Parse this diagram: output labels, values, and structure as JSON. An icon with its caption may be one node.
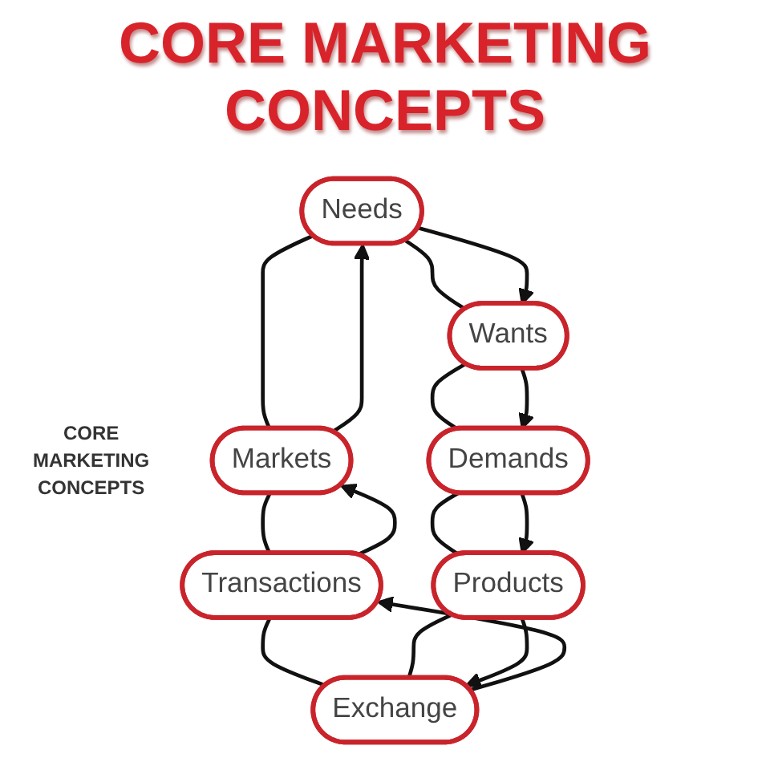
{
  "diagram": {
    "title": "CORE MARKETING CONCEPTS",
    "nodes": [
      {
        "text": [
          "Needs"
        ]
      },
      {
        "text": [
          "Markets"
        ]
      },
      {
        "text": [
          "Wants"
        ]
      },
      {
        "text": [
          "Transactions"
        ]
      },
      {
        "text": [
          "Demands"
        ]
      },
      {
        "text": [
          "Exchange"
        ]
      },
      {
        "text": [
          "Products"
        ]
      }
    ],
    "edges": [
      {
        "from": 0,
        "to": 1,
        "arrow": "none"
      },
      {
        "from": 0,
        "to": 2,
        "arrow": "none"
      },
      {
        "from": 1,
        "to": 3,
        "arrow": "none"
      },
      {
        "from": 2,
        "to": 4,
        "arrow": "none"
      },
      {
        "from": 3,
        "to": 5,
        "arrow": "none"
      },
      {
        "from": 4,
        "to": 6,
        "arrow": "none"
      },
      {
        "from": 6,
        "to": 5,
        "arrow": "none"
      },
      {
        "from": 0,
        "to": 2,
        "arrow": "to"
      },
      {
        "from": 2,
        "to": 4,
        "arrow": "to"
      },
      {
        "from": 4,
        "to": 6,
        "arrow": "to"
      },
      {
        "from": 6,
        "to": 5,
        "arrow": "to"
      },
      {
        "from": 5,
        "to": 3,
        "arrow": "to"
      },
      {
        "from": 3,
        "to": 1,
        "arrow": "to"
      },
      {
        "from": 1,
        "to": 0,
        "arrow": "to"
      }
    ],
    "labels": [
      "CORE MARKETING CONCEPTS"
    ]
  }
}
